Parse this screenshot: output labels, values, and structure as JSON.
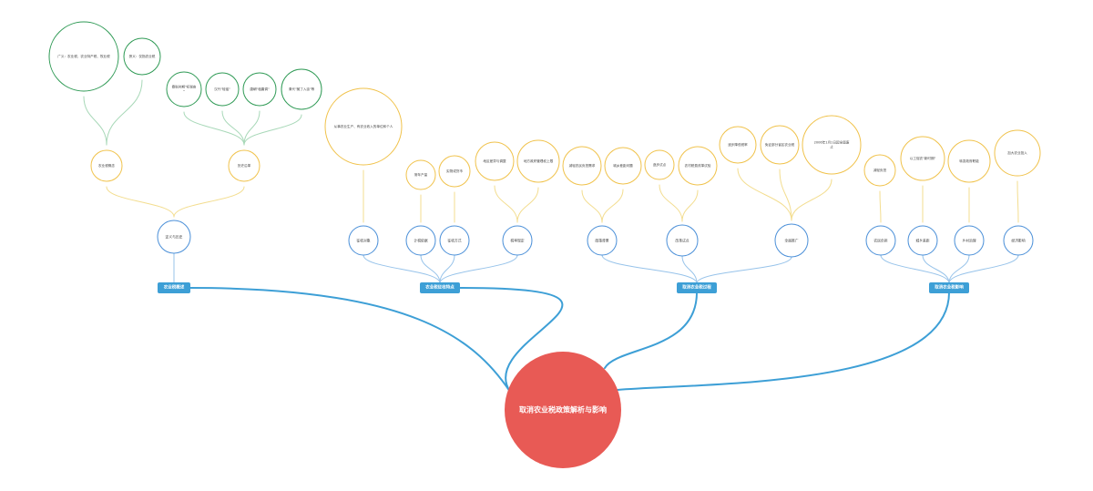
{
  "center": {
    "label": "取消农业税政策解析与影响",
    "color": "#e85a55"
  },
  "colors": {
    "trunk": "#3d9fd6",
    "blue": "#4a8fd8",
    "yellow": "#f0c24b",
    "green": "#2f9a55",
    "branch_blue": "#97c3ea",
    "branch_yellow": "#f3dd8f",
    "branch_green": "#a8d8b8"
  },
  "branches": [
    {
      "label": "农业税概述",
      "topics": [
        {
          "label": "定义与历史",
          "subs": [
            {
              "label": "农业税概念",
              "details": [
                "广义：农业税、农业特产税、牧业税",
                "狭义：仅指农业税"
              ]
            },
            {
              "label": "历史沿革",
              "details": [
                "春秋时期\"初税亩\"",
                "汉代\"轻徭\"",
                "唐朝\"租庸调\"",
                "清代\"摊丁入亩\"等"
              ]
            }
          ]
        }
      ]
    },
    {
      "label": "农业税征收特点",
      "topics": [
        {
          "label": "征收对象",
          "subs": [
            {
              "label": "从事农业生产、有农业收入的单位和个人",
              "details": []
            }
          ]
        },
        {
          "label": "计税依据",
          "subs": [
            {
              "label": "常年产量",
              "details": []
            }
          ]
        },
        {
          "label": "征收方式",
          "subs": [
            {
              "label": "实物或货币",
              "details": []
            }
          ]
        },
        {
          "label": "税率规定",
          "subs": [
            {
              "label": "地区差异与调整",
              "details": []
            },
            {
              "label": "地方政府管理权上限",
              "details": []
            }
          ]
        }
      ]
    },
    {
      "label": "取消农业税过程",
      "topics": [
        {
          "label": "政策背景",
          "subs": [
            {
              "label": "减轻农民负担需求",
              "details": []
            },
            {
              "label": "城乡差距问题",
              "details": []
            }
          ]
        },
        {
          "label": "改革试点",
          "subs": [
            {
              "label": "逐步试点",
              "details": []
            },
            {
              "label": "农村税费改革试验",
              "details": []
            }
          ]
        },
        {
          "label": "全面推广",
          "subs": [
            {
              "label": "逐步降低税率",
              "details": []
            },
            {
              "label": "免征部分省区农业税",
              "details": []
            },
            {
              "label": "2006年1月1日起全面废止",
              "details": []
            }
          ]
        }
      ]
    },
    {
      "label": "取消农业税影响",
      "topics": [
        {
          "label": "农民负担",
          "subs": [
            {
              "label": "减轻负担",
              "details": []
            }
          ]
        },
        {
          "label": "城乡差距",
          "subs": [
            {
              "label": "以工促农\"新时期\"",
              "details": []
            }
          ]
        },
        {
          "label": "乡村治理",
          "subs": [
            {
              "label": "转变政府职能",
              "details": []
            }
          ]
        },
        {
          "label": "经济影响",
          "subs": [
            {
              "label": "加大农业投入",
              "details": []
            }
          ]
        }
      ]
    }
  ]
}
